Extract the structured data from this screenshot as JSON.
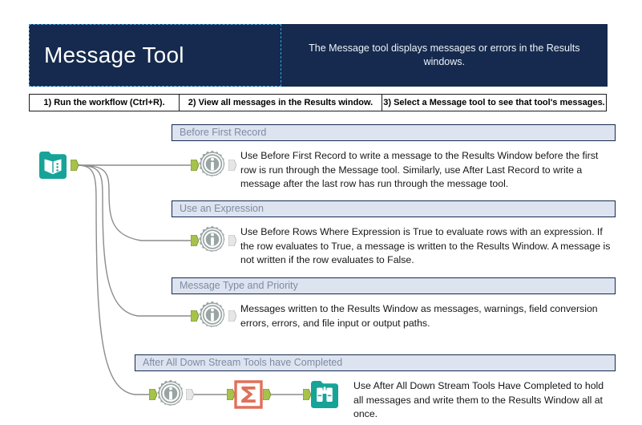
{
  "header": {
    "title": "Message Tool",
    "description": "The Message tool displays messages or errors in the Results windows."
  },
  "steps": [
    {
      "label": "1) Run the workflow (Ctrl+R)."
    },
    {
      "label": "2) View all messages in the Results window."
    },
    {
      "label": "3) Select a Message tool to see that tool's messages."
    }
  ],
  "sections": [
    {
      "band": "Before First Record",
      "text": "Use Before First Record to write a message to the Results Window before the first row is run through the Message tool. Similarly, use After Last Record to write a message after the last row has run through the message tool."
    },
    {
      "band": "Use an Expression",
      "text": "Use Before Rows Where Expression is True to evaluate rows with an expression. If the row evaluates to True, a message is written to the Results Window. A message is not written if the row evaluates to False."
    },
    {
      "band": "Message Type and Priority",
      "text": "Messages written to the Results Window as messages, warnings, field conversion errors, errors, and file input or output paths."
    },
    {
      "band": "After All Down Stream Tools have Completed",
      "text": "Use After All Down Stream Tools Have Completed to hold all messages and write them to the Results Window all at once."
    }
  ],
  "tools": {
    "text_input": {
      "name": "Text Input",
      "glyph": "open-book"
    },
    "message_1": {
      "name": "Message",
      "glyph": "info-gear"
    },
    "message_2": {
      "name": "Message",
      "glyph": "info-gear"
    },
    "message_3": {
      "name": "Message",
      "glyph": "info-gear"
    },
    "message_4": {
      "name": "Message",
      "glyph": "info-gear"
    },
    "summarize": {
      "name": "Summarize",
      "glyph": "sigma"
    },
    "browse": {
      "name": "Browse",
      "glyph": "binoculars"
    }
  },
  "colors": {
    "header_navy": "#152a4e",
    "selection_blue": "#3e9bdc",
    "band_fill": "#dde4f0",
    "band_text": "#7e8ba3",
    "teal": "#17a398",
    "salmon": "#e0705a",
    "gear_grey": "#9aa5a3",
    "connector_green": "#a6c24a",
    "wire_grey": "#8c8c8c"
  }
}
